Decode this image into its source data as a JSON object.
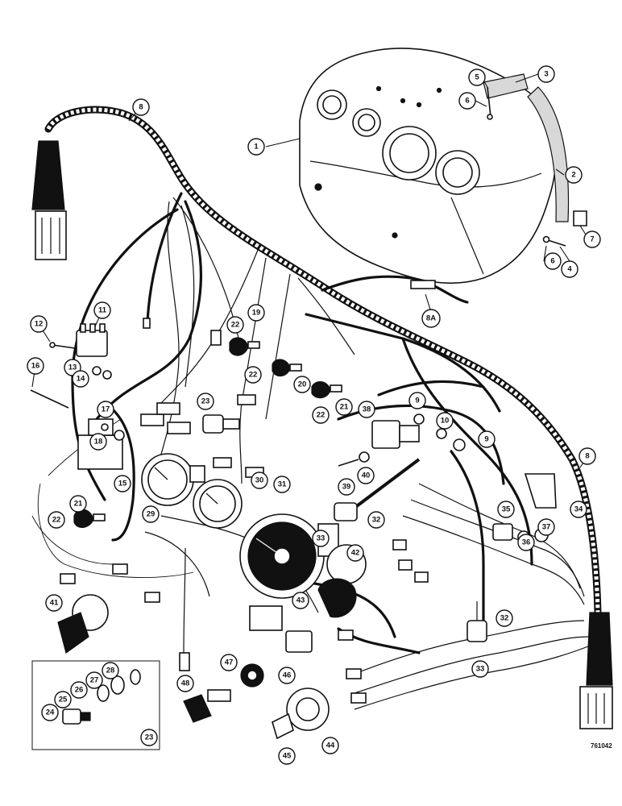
{
  "figure_id": "761042",
  "colors": {
    "ink": "#111111",
    "paper": "#ffffff"
  },
  "callouts": [
    {
      "id": "c1",
      "label": "1"
    },
    {
      "id": "c2",
      "label": "2"
    },
    {
      "id": "c3",
      "label": "3"
    },
    {
      "id": "c4",
      "label": "4"
    },
    {
      "id": "c5",
      "label": "5"
    },
    {
      "id": "c6a",
      "label": "6"
    },
    {
      "id": "c6b",
      "label": "6"
    },
    {
      "id": "c7",
      "label": "7"
    },
    {
      "id": "c8a",
      "label": "8"
    },
    {
      "id": "c8b",
      "label": "8"
    },
    {
      "id": "c8A",
      "label": "8A"
    },
    {
      "id": "c9a",
      "label": "9"
    },
    {
      "id": "c9b",
      "label": "9"
    },
    {
      "id": "c10",
      "label": "10"
    },
    {
      "id": "c11",
      "label": "11"
    },
    {
      "id": "c12",
      "label": "12"
    },
    {
      "id": "c13",
      "label": "13"
    },
    {
      "id": "c14",
      "label": "14"
    },
    {
      "id": "c15",
      "label": "15"
    },
    {
      "id": "c16",
      "label": "16"
    },
    {
      "id": "c17",
      "label": "17"
    },
    {
      "id": "c18",
      "label": "18"
    },
    {
      "id": "c19",
      "label": "19"
    },
    {
      "id": "c20",
      "label": "20"
    },
    {
      "id": "c21a",
      "label": "21"
    },
    {
      "id": "c21b",
      "label": "21"
    },
    {
      "id": "c22a",
      "label": "22"
    },
    {
      "id": "c22b",
      "label": "22"
    },
    {
      "id": "c22c",
      "label": "22"
    },
    {
      "id": "c22d",
      "label": "22"
    },
    {
      "id": "c23a",
      "label": "23"
    },
    {
      "id": "c23b",
      "label": "23"
    },
    {
      "id": "c24",
      "label": "24"
    },
    {
      "id": "c25",
      "label": "25"
    },
    {
      "id": "c26",
      "label": "26"
    },
    {
      "id": "c27",
      "label": "27"
    },
    {
      "id": "c28",
      "label": "28"
    },
    {
      "id": "c29",
      "label": "29"
    },
    {
      "id": "c30",
      "label": "30"
    },
    {
      "id": "c31",
      "label": "31"
    },
    {
      "id": "c32a",
      "label": "32"
    },
    {
      "id": "c32b",
      "label": "32"
    },
    {
      "id": "c33a",
      "label": "33"
    },
    {
      "id": "c33b",
      "label": "33"
    },
    {
      "id": "c34",
      "label": "34"
    },
    {
      "id": "c35",
      "label": "35"
    },
    {
      "id": "c36",
      "label": "36"
    },
    {
      "id": "c37",
      "label": "37"
    },
    {
      "id": "c38",
      "label": "38"
    },
    {
      "id": "c39",
      "label": "39"
    },
    {
      "id": "c40",
      "label": "40"
    },
    {
      "id": "c41",
      "label": "41"
    },
    {
      "id": "c42",
      "label": "42"
    },
    {
      "id": "c43",
      "label": "43"
    },
    {
      "id": "c44",
      "label": "44"
    },
    {
      "id": "c45",
      "label": "45"
    },
    {
      "id": "c46",
      "label": "46"
    },
    {
      "id": "c47",
      "label": "47"
    },
    {
      "id": "c48",
      "label": "48"
    }
  ]
}
